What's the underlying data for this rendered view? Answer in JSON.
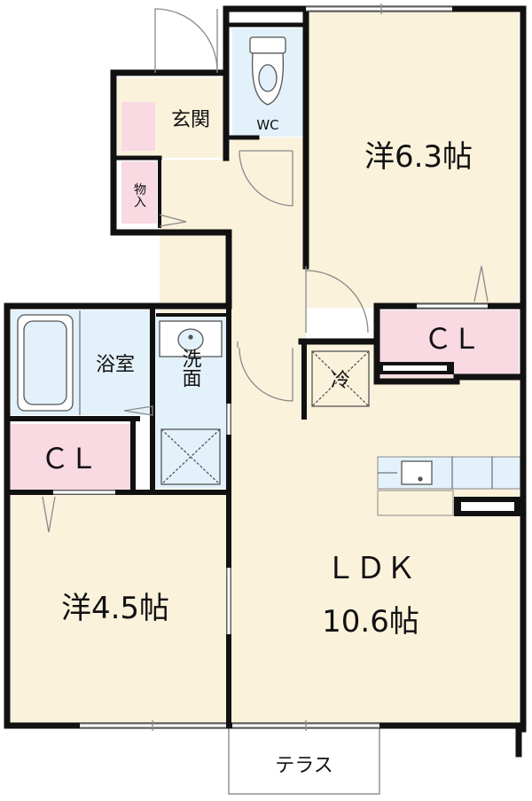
{
  "plan": {
    "entrance": "玄関",
    "wc": "WC",
    "storage": "物入",
    "bedroom_big": "洋6.3帖",
    "bath": "浴室",
    "washroom": "洗面",
    "closet_right": "ＣＬ",
    "closet_left": "ＣＬ",
    "fridge": "冷",
    "bedroom_small": "洋4.5帖",
    "ldk_name": "ＬＤＫ",
    "ldk_size": "10.6帖",
    "terrace": "テラス"
  },
  "colors": {
    "wall": "#111111",
    "floor": "#fbf2dc",
    "wet": "#e3f1fa",
    "closet": "#f9d9e2",
    "door_arc": "#8a8a8a"
  }
}
